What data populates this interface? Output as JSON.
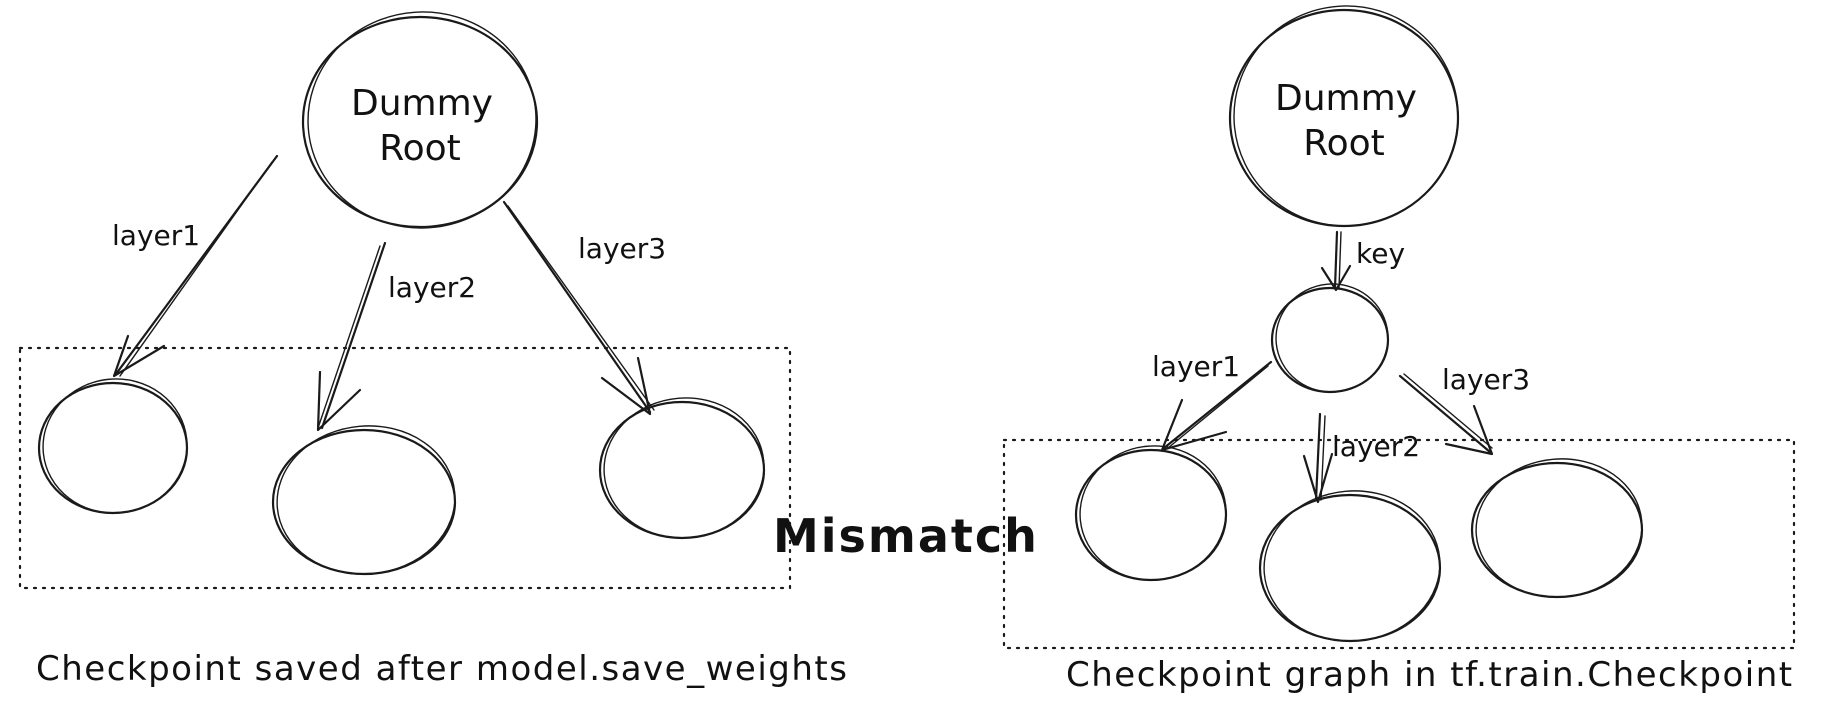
{
  "left_graph": {
    "root_line1": "Dummy",
    "root_line2": "Root",
    "edges": [
      "layer1",
      "layer2",
      "layer3"
    ],
    "caption": "Checkpoint saved after model.save_weights"
  },
  "right_graph": {
    "root_line1": "Dummy",
    "root_line2": "Root",
    "key_edge": "key",
    "edges": [
      "layer1",
      "layer2",
      "layer3"
    ],
    "caption": "Checkpoint graph in tf.train.Checkpoint"
  },
  "center_label": "Mismatch",
  "colors": {
    "ink": "#1a1a1a",
    "background": "#ffffff"
  }
}
